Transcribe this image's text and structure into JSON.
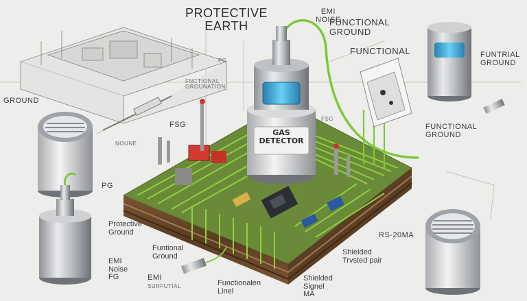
{
  "labels": {
    "protective_earth": [
      "PROTECTIVE",
      "EARTH"
    ],
    "emi_noise_top": [
      "EMI",
      "NOISE"
    ],
    "functional_ground_top": [
      "FUNCTIONAL",
      "GROUND"
    ],
    "functional_right": "FUNCTIONAL",
    "funtrial_ground": [
      "FUNTRIAL",
      "GROUND"
    ],
    "pg_top": "PG",
    "fnctional_grounation": [
      "FNCTIONAL",
      "GROUNATION"
    ],
    "ground_left": "GROUND",
    "fsg": "FSG",
    "noune": "NOUNE",
    "gas_detector": [
      "GAS",
      "DETECTOR"
    ],
    "fsg_small": "FSG",
    "functional_ground_right": [
      "FUNCTIONAL",
      "GROUND"
    ],
    "pg_left": "PG",
    "protective_ground": [
      "Protective",
      "Ground"
    ],
    "emi_noise_fg": [
      "EMI",
      "Noise",
      "FG"
    ],
    "funtional_ground": [
      "Funtional",
      "Ground"
    ],
    "emi": "EMI",
    "emi_sub": "SURFUTIAL",
    "functionalen_line": [
      "Functionalen",
      "Linel"
    ],
    "shielded_signal": [
      "Shielded",
      "Signel",
      "MA"
    ],
    "shielded_twisted": [
      "Shielded",
      "Trvsted pair"
    ],
    "rs_20ma": "RS-20MA"
  },
  "colors": {
    "background": "#ededeb",
    "pcb_green": "#6d8a3c",
    "trace_green": "#8fd13a",
    "soil_brown": "#6b4a2e",
    "sensor_window": "#49b6e6",
    "red_component": "#d23a34"
  }
}
